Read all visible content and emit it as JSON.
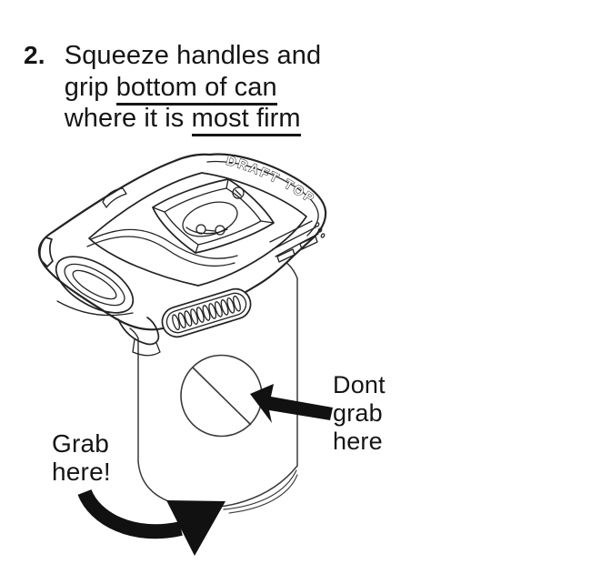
{
  "step": {
    "number": "2.",
    "line1": "Squeeze handles and",
    "line2_prefix": "grip ",
    "line2_underlined": "bottom of can",
    "line3_prefix": "where it is ",
    "line3_underlined": "most firm"
  },
  "device": {
    "brand_text": "DRAFT TOP"
  },
  "annotations": {
    "grab": {
      "line1": "Grab",
      "line2": "here!"
    },
    "dont_grab": {
      "line1": "Dont",
      "line2": "grab",
      "line3": "here"
    }
  },
  "colors": {
    "ink": "#111111",
    "line_art": "#232323",
    "background": "#ffffff"
  }
}
